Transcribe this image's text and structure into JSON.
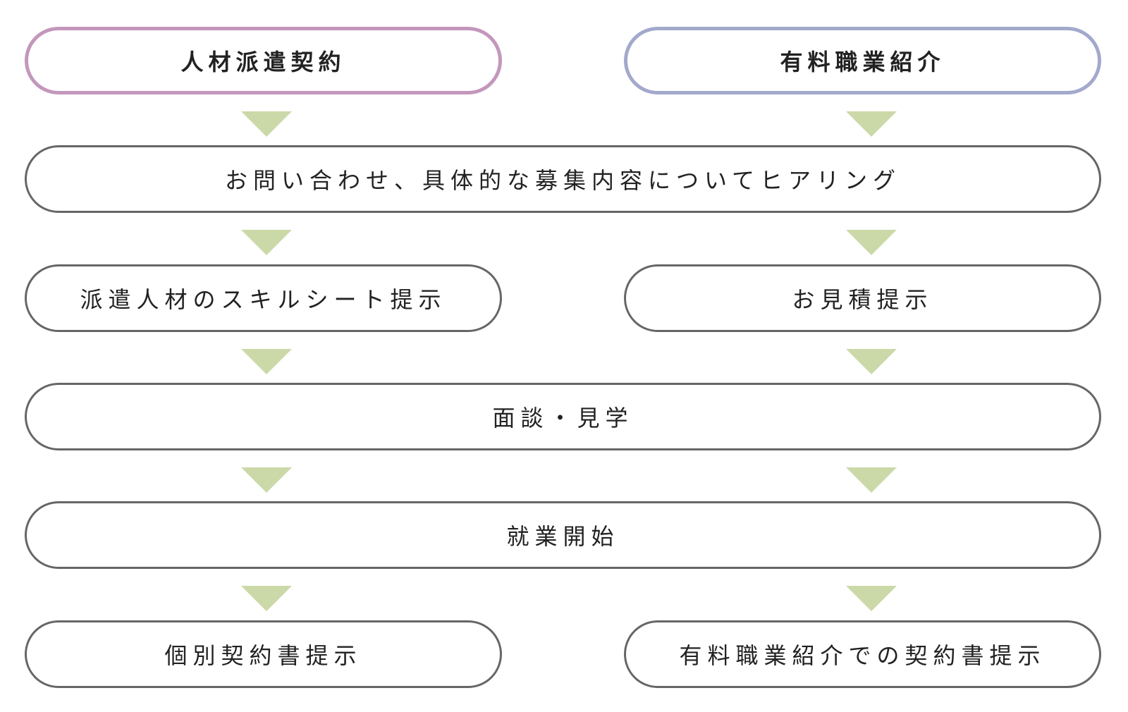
{
  "colors": {
    "dispatch_border": "#c397bb",
    "placement_border": "#a3a9cc",
    "box_border": "#666666",
    "arrow": "#cbd9a8"
  },
  "headers": {
    "left": "人材派遣契約",
    "right": "有料職業紹介"
  },
  "steps": {
    "hearing": "お問い合わせ、具体的な募集内容についてヒアリング",
    "skill_sheet": "派遣人材のスキルシート提示",
    "estimate": "お見積提示",
    "interview": "面談・見学",
    "start": "就業開始",
    "individual_contract": "個別契約書提示",
    "placement_contract": "有料職業紹介での契約書提示"
  }
}
